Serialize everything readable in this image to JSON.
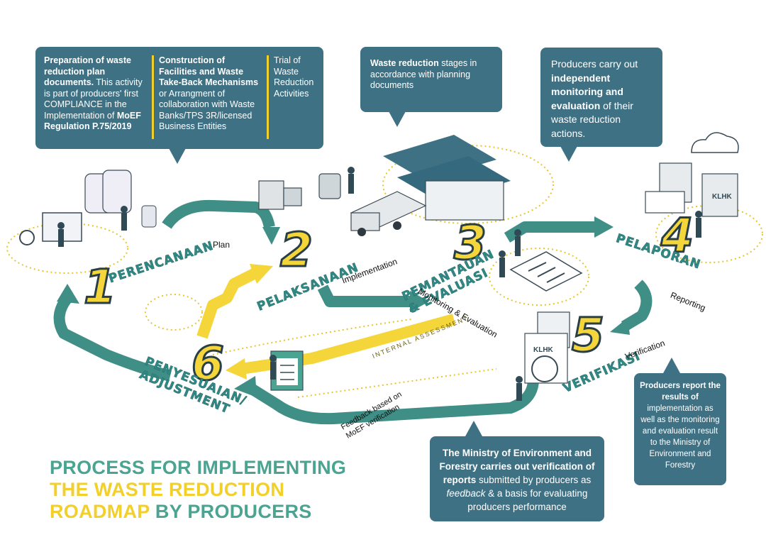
{
  "callouts": {
    "prep": {
      "c1_bold": "Preparation of waste reduction plan documents.",
      "c1_text": " This activity is part of producers' first COMPLIANCE in the Implementation of ",
      "c1_bold2": "MoEF Regulation P.75/2019",
      "c2_bold": "Construction of Facilities and Waste Take-Back Mechanisms",
      "c2_text": " or Arrangment of collaboration with Waste Banks/TPS 3R/licensed Business Entities",
      "c3_text": "Trial of Waste Reduction Activities"
    },
    "implementation": {
      "bold": "Waste reduction",
      "text": " stages in accordance with planning documents"
    },
    "monitoring": {
      "text1": "Producers carry out ",
      "bold": "independent monitoring and evaluation",
      "text2": " of their waste reduction actions."
    },
    "reporting": {
      "bold": "Producers report the results of",
      "text": " implementation as well as the monitoring and evaluation result to the Ministry of Environment and Forestry"
    },
    "verification": {
      "bold1": "The Ministry of Environment and Forestry carries out verification of reports",
      "text1": " submitted by producers as ",
      "italic": "feedback",
      "text2": " & a basis for evaluating producers performance"
    }
  },
  "steps": [
    {
      "number": "1",
      "name": "PERENCANAAN",
      "label": "Plan"
    },
    {
      "number": "2",
      "name": "PELAKSANAAN",
      "label": "Implementation"
    },
    {
      "number": "3",
      "name": "PEMANTAUAN & EVALUASI",
      "label": "Monitoring & Evaluation"
    },
    {
      "number": "4",
      "name": "PELAPORAN",
      "label": "Reporting"
    },
    {
      "number": "5",
      "name": "VERIFIKASI",
      "label": "Verification"
    },
    {
      "number": "6",
      "name": "PENYESUAIAN/ ADJUSTMENT",
      "label": ""
    }
  ],
  "internal_assessment": "INTERNAL ASSESSMENT",
  "feedback_label": "Feedback based on MoEF verification",
  "kiosk_labels": [
    "KLHK",
    "KLHK"
  ],
  "title": {
    "line1": "PROCESS FOR IMPLEMENTING",
    "line2": "THE WASTE REDUCTION",
    "line3a": "ROADMAP",
    "line3b": " BY PRODUCERS"
  },
  "colors": {
    "callout": "#3f7184",
    "teal": "#4aa491",
    "yellow": "#f2cf2a",
    "arrow": "#3f8f87"
  }
}
